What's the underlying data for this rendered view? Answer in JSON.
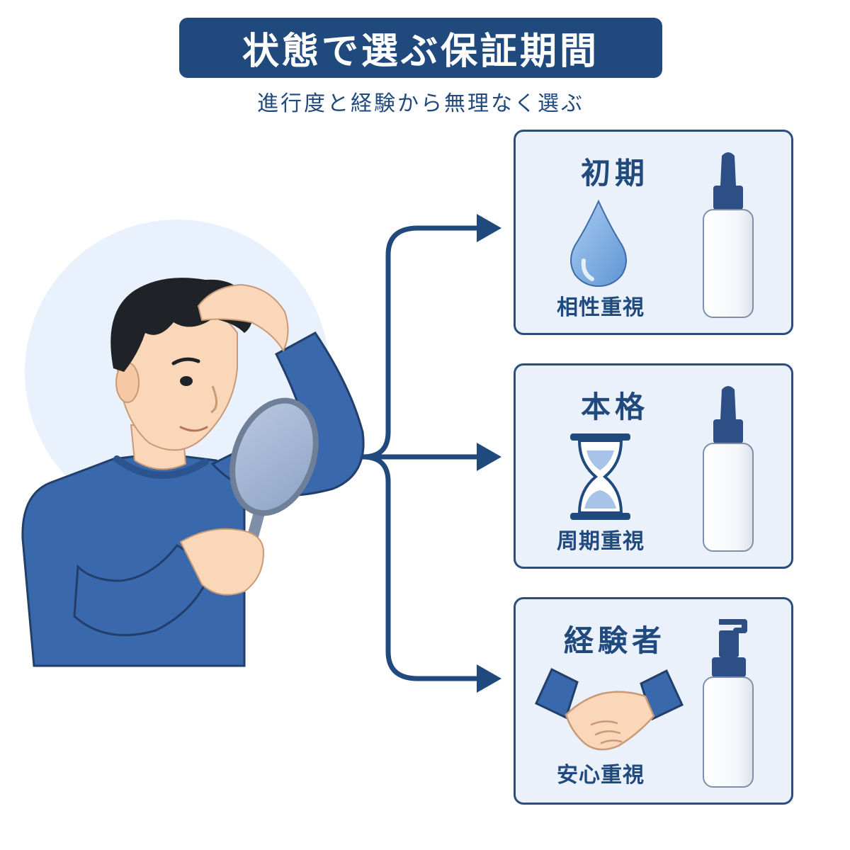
{
  "header": {
    "title": "状態で選ぶ保証期間",
    "subtitle": "進行度と経験から無理なく選ぶ"
  },
  "options": [
    {
      "title": "初期",
      "caption": "相性重視",
      "icon": "water-drop-icon",
      "product": "dropper-bottle"
    },
    {
      "title": "本格",
      "caption": "周期重視",
      "icon": "hourglass-icon",
      "product": "dropper-bottle"
    },
    {
      "title": "経験者",
      "caption": "安心重視",
      "icon": "handshake-icon",
      "product": "pump-bottle"
    }
  ],
  "colors": {
    "navy": "#20497e",
    "card_background": "#eaf1fb",
    "shirt": "#3a68ac",
    "skin": "#f9d7b8",
    "halo": "#e9f1fc"
  }
}
